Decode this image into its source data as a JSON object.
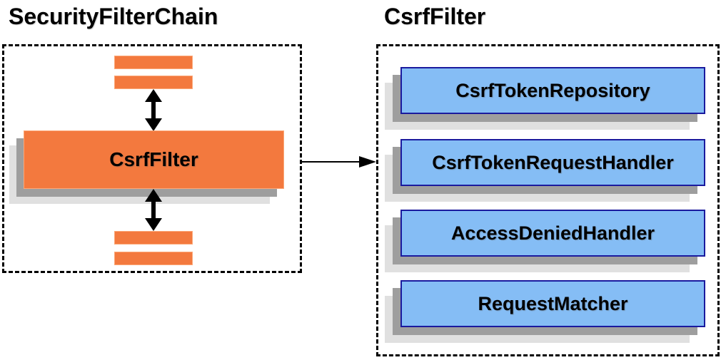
{
  "left_panel": {
    "title": "SecurityFilterChain",
    "csrf_filter_label": "CsrfFilter"
  },
  "right_panel": {
    "title": "CsrfFilter",
    "components": [
      {
        "label": "CsrfTokenRepository"
      },
      {
        "label": "CsrfTokenRequestHandler"
      },
      {
        "label": "AccessDeniedHandler"
      },
      {
        "label": "RequestMatcher"
      }
    ]
  },
  "icons": {
    "vertical_arrows": "bidirectional-arrow-icon",
    "horizontal_arrow": "flow-arrow-icon"
  },
  "colors": {
    "orange": "#F3793E",
    "orange_hilite": "#FCA878",
    "blue": "#85BDF5",
    "blue_border": "#1A1A9E",
    "shadow_dark": "#9E9E9E",
    "shadow_light": "#E0E0E0",
    "ink": "#000000"
  }
}
